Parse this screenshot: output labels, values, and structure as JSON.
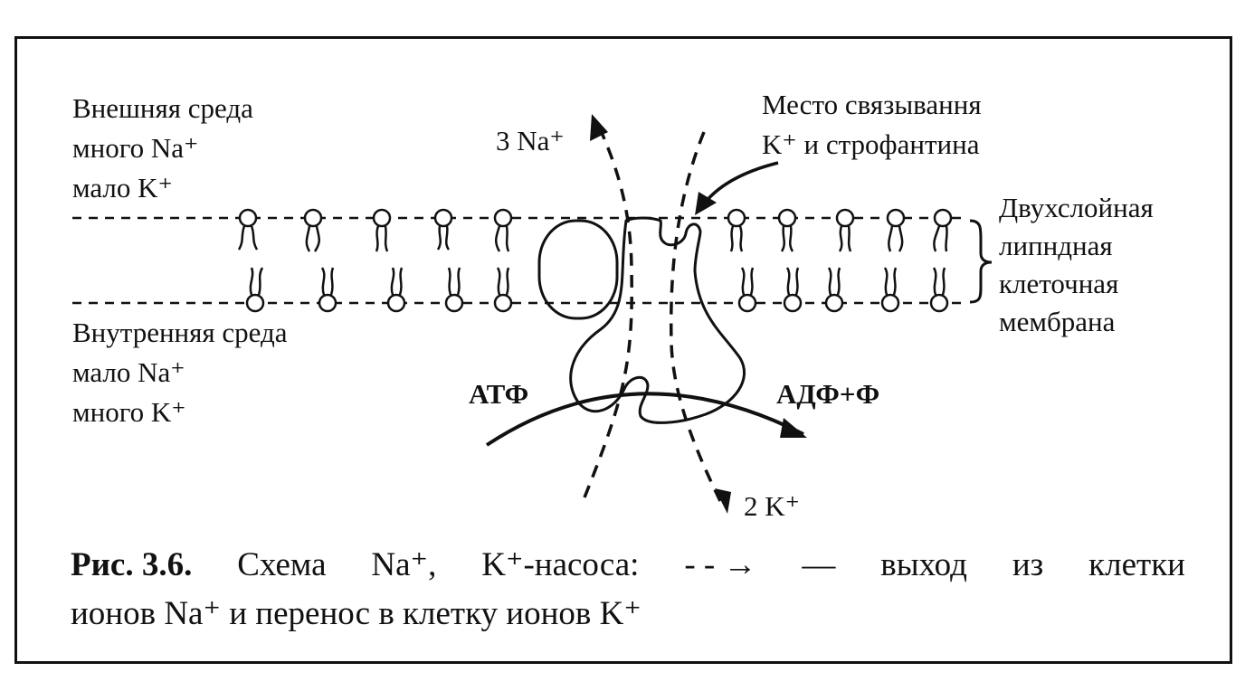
{
  "outside": {
    "title": "Внешняя среда",
    "line2": "много Na⁺",
    "line3": "мало K⁺"
  },
  "inside": {
    "title": "Внутренняя среда",
    "line2": "мало Na⁺",
    "line3": "много K⁺"
  },
  "binding_site": {
    "line1": "Место связывання",
    "line2": "K⁺ и строфантина"
  },
  "membrane": {
    "line1": "Двухслойная",
    "line2": "липндная",
    "line3": "клеточная",
    "line4": "мембрана"
  },
  "ions": {
    "na_out": "3 Na⁺",
    "k_in": "2 K⁺"
  },
  "energy": {
    "atp": "АТФ",
    "adp": "АДФ+Ф"
  },
  "caption": {
    "number": "Рис. 3.6.",
    "w1": "Схема",
    "w2": "Na⁺,",
    "w3": "K⁺-насоса:",
    "arrow_symbol": "- - →",
    "w5": "—",
    "w6": "выход",
    "w7": "из",
    "w8": "клетки",
    "line2": "ионов Na⁺ и перенос в клетку ионов K⁺"
  }
}
